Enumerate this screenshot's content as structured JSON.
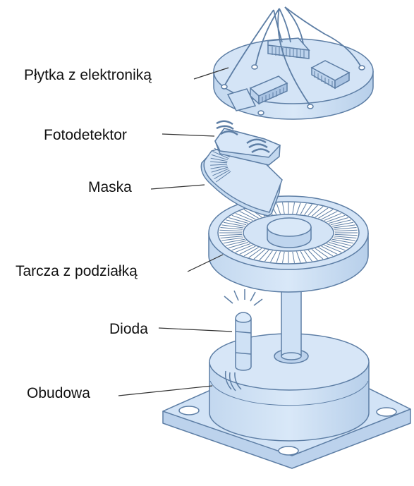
{
  "labels": {
    "plytka": "Płytka z elektroniką",
    "fotodetektor": "Fotodetektor",
    "maska": "Maska",
    "tarcza": "Tarcza z podziałką",
    "dioda": "Dioda",
    "obudowa": "Obudowa"
  },
  "colors": {
    "fill": "#cfe1f5",
    "fill_dark": "#b4cdea",
    "stroke": "#5d7ea5",
    "leader": "#333333",
    "text": "#111111"
  }
}
